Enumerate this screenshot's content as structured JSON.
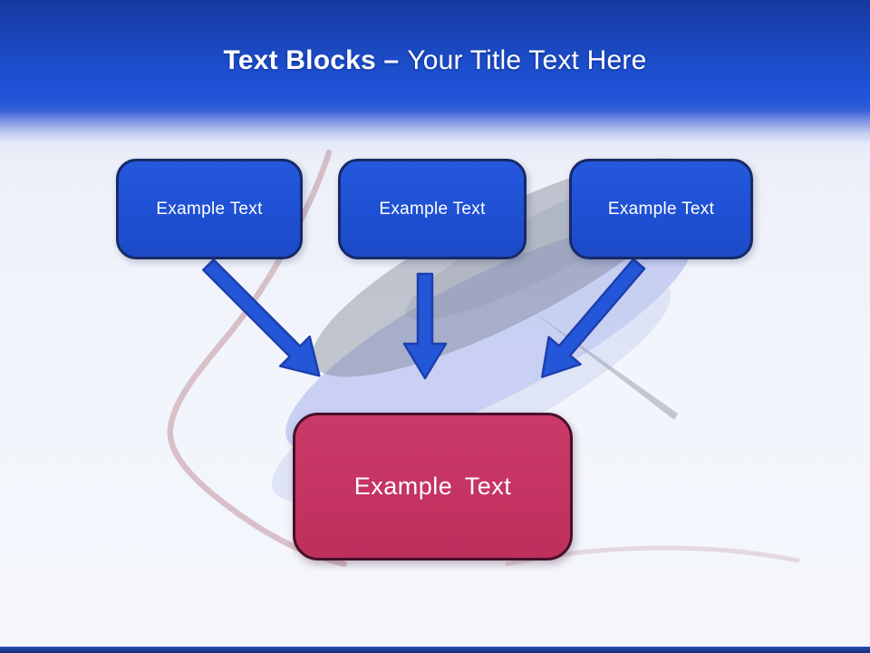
{
  "title": {
    "bold": "Text Blocks –",
    "regular": "Your Title Text Here"
  },
  "blocks": [
    {
      "label": "Example Text"
    },
    {
      "label": "Example Text"
    },
    {
      "label": "Example Text"
    }
  ],
  "result_block": {
    "label": "Example Text"
  },
  "colors": {
    "header_blue_top": "#15389e",
    "header_blue_mid": "#1d50d2",
    "block_fill": "#1f50d3",
    "block_border": "#172a66",
    "arrow_fill": "#2456d8",
    "arrow_outline": "#1d3fae",
    "result_fill": "#c43361",
    "result_border": "#47102a",
    "footer_navy": "#142d77",
    "body_background": "#f4f6fc"
  }
}
